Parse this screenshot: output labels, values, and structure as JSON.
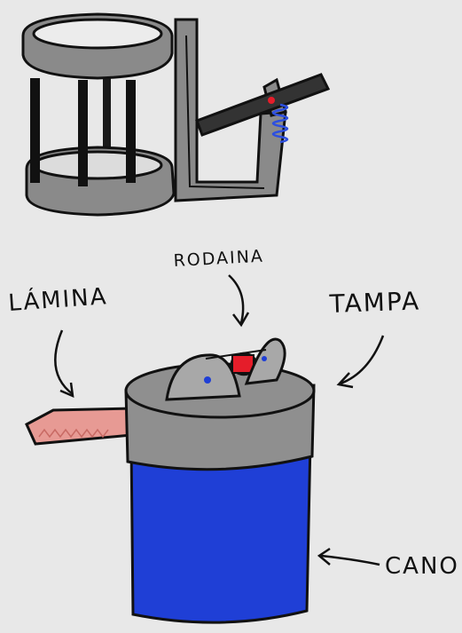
{
  "labels": {
    "lamina": "LÁMINA",
    "rodaina": "RODAINA",
    "tampa": "TAMPA",
    "cano": "CANO"
  },
  "colors": {
    "background": "#e8e8e8",
    "frame_gray": "#8a8a8a",
    "outline": "#111111",
    "pipe_blue": "#1f3fd6",
    "lid_gray": "#8f8f8f",
    "blade_pink": "#e79a94",
    "wheel_red": "#e51d2a",
    "spring_blue": "#2d4fe0"
  }
}
